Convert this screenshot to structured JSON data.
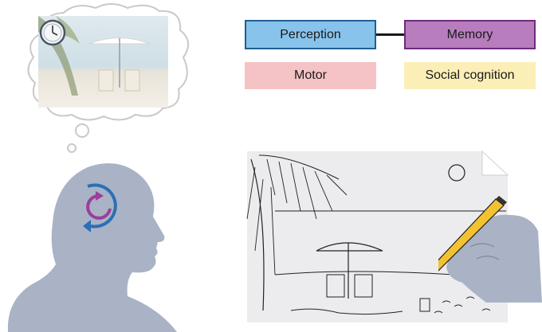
{
  "categories": {
    "perception": "Perception",
    "memory": "Memory",
    "motor": "Motor",
    "social_cognition": "Social cognition"
  },
  "colors": {
    "perception_fill": "#87c3ea",
    "perception_border": "#1f5f93",
    "memory_fill": "#b77dbc",
    "memory_border": "#6e2a7d",
    "motor_fill": "#f5c3c5",
    "social_fill": "#fbefb7",
    "head_fill": "#a9b3c5",
    "arrow_blue": "#2b6fb6",
    "arrow_purple": "#9a3f9a"
  },
  "icons": {
    "thought_bubble": "thought-bubble-icon",
    "clock": "clock-icon",
    "head": "head-silhouette-icon",
    "recall_arrows": "circular-arrows-icon",
    "drawing": "beach-sketch-icon",
    "pencil": "pencil-icon",
    "hand": "drawing-hand-icon"
  }
}
